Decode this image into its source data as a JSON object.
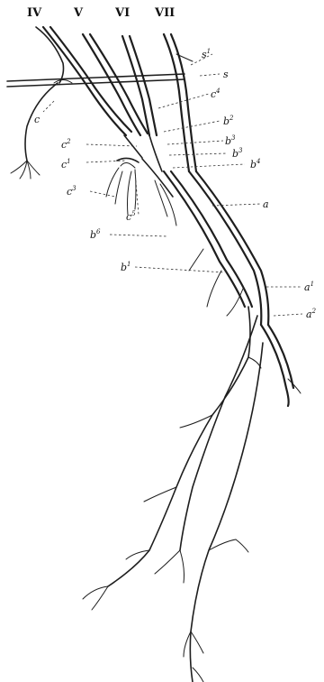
{
  "roman_labels": [
    "IV",
    "V",
    "VI",
    "VII"
  ],
  "labels": [
    {
      "base": "s",
      "sup": "1"
    },
    {
      "base": "s",
      "sup": ""
    },
    {
      "base": "c",
      "sup": ""
    },
    {
      "base": "c",
      "sup": "4"
    },
    {
      "base": "b",
      "sup": "2"
    },
    {
      "base": "c",
      "sup": "2"
    },
    {
      "base": "b",
      "sup": "3"
    },
    {
      "base": "c",
      "sup": "1"
    },
    {
      "base": "b",
      "sup": "3"
    },
    {
      "base": "b",
      "sup": "4"
    },
    {
      "base": "c",
      "sup": "3"
    },
    {
      "base": "a",
      "sup": ""
    },
    {
      "base": "c",
      "sup": "5"
    },
    {
      "base": "b",
      "sup": "6"
    },
    {
      "base": "b",
      "sup": "1"
    },
    {
      "base": "a",
      "sup": "1"
    },
    {
      "base": "a",
      "sup": "2"
    }
  ]
}
